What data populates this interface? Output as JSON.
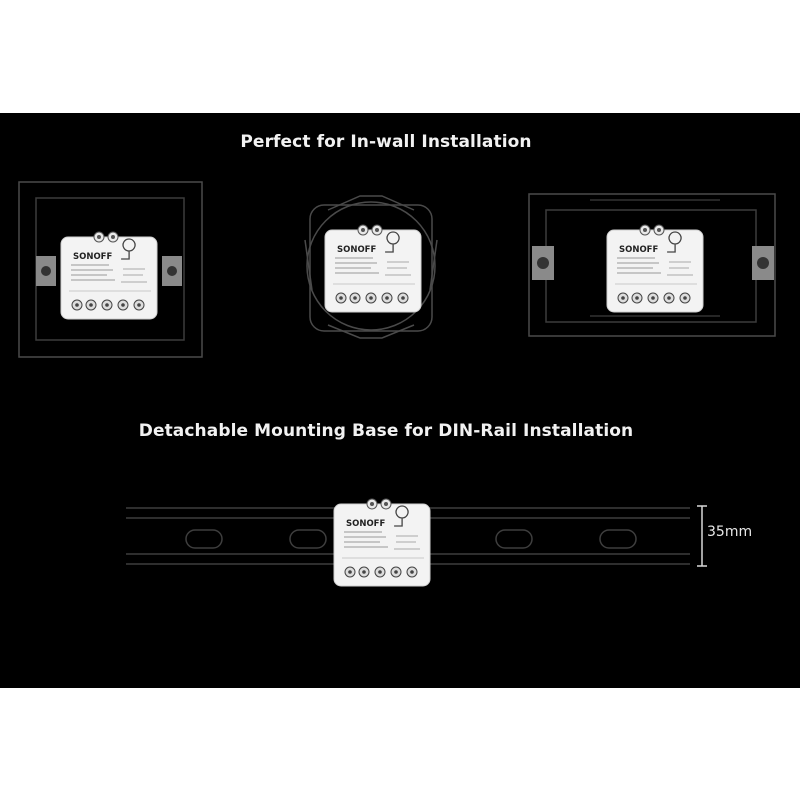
{
  "headline_top": "Perfect for In-wall Installation",
  "headline_bottom": "Detachable Mounting Base for DIN-Rail Installation",
  "rail_height_label": "35mm",
  "device_brand": "SONOFF",
  "colors": {
    "background": "#000000",
    "device": "#f4f4f4",
    "outline": "#3a3a3a",
    "text": "#f2f2f2"
  }
}
